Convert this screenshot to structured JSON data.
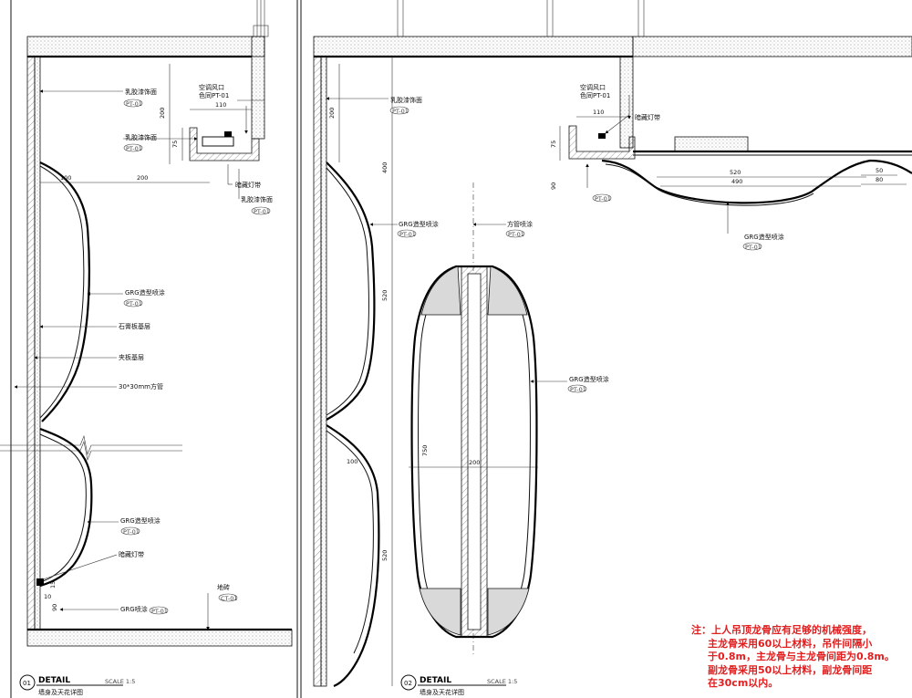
{
  "detail1": {
    "number": "01",
    "title": "DETAIL",
    "subtitle": "墙身及天花详图",
    "scale": "SCALE 1:5",
    "labels": {
      "latex1": "乳胶漆饰面",
      "latex1_code": "PT-01",
      "ac_vent": "空调风口",
      "ac_vent_color": "色同PT-01",
      "latex2": "乳胶漆饰面",
      "latex2_code": "PT-01",
      "light_strip": "暗藏灯带",
      "latex3": "乳胶漆饰面",
      "latex3_code": "PT-01",
      "grg_spray": "GRG造型喷涂",
      "grg_spray_code": "PT-01",
      "gypsum": "石膏板基层",
      "plywood": "夹板基层",
      "square_tube": "30*30mm方管",
      "grg_spray2": "GRG造型喷涂",
      "grg_spray2_code": "PT-01",
      "light_strip2": "暗藏灯带",
      "floor_tile": "地砖",
      "floor_tile_code": "CT-01",
      "grg_paint": "GRG喷涂",
      "grg_paint_code": "PT-01"
    },
    "dims": {
      "d200a": "200",
      "d110": "110",
      "d75": "75",
      "d100": "100",
      "d200b": "200",
      "d15": "15",
      "d10": "10",
      "d90": "90"
    }
  },
  "detail2": {
    "number": "02",
    "title": "DETAIL",
    "subtitle": "墙身及天花详图",
    "scale": "SCALE 1:5",
    "labels": {
      "latex1": "乳胶漆饰面",
      "latex1_code": "PT-01",
      "grg_wall": "GRG造型喷涂",
      "grg_wall_code": "PT-01",
      "square_tube": "方管喷涂",
      "square_tube_code": "PT-01",
      "grg_column": "GRG造型喷涂",
      "grg_column_code": "PT-01"
    },
    "dims": {
      "d200a": "200",
      "d400": "400",
      "d520a": "520",
      "d100": "100",
      "d520b": "520",
      "d750": "750",
      "d200b": "200"
    }
  },
  "detail3": {
    "labels": {
      "ac_vent": "空调风口",
      "ac_vent_color": "色同PT-01",
      "light_strip": "暗藏灯带",
      "pt_code": "PT-01",
      "grg_spray": "GRG造型喷涂",
      "grg_spray_code": "PT-01"
    },
    "dims": {
      "d110": "110",
      "d75": "75",
      "d90": "90",
      "d520": "520",
      "d490": "490",
      "d50": "50",
      "d80": "80"
    }
  },
  "note": {
    "line1": "注：上人吊顶龙骨应有足够的机械强度，",
    "line2": "主龙骨采用60以上材料，吊件间隔小",
    "line3": "于0.8m，主龙骨与主龙骨间距为0.8m。",
    "line4": "副龙骨采用50以上材料，副龙骨间距",
    "line5": "在30cm以内。"
  }
}
